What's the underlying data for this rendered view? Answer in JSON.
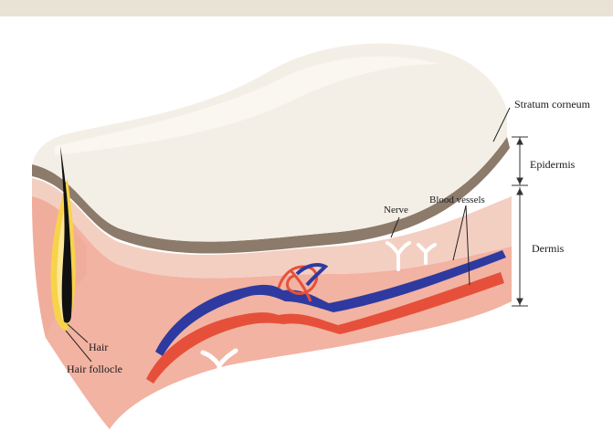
{
  "labels": {
    "stratum_corneum": "Stratum corneum",
    "epidermis": "Epidermis",
    "dermis": "Dermis",
    "nerve": "Nerve",
    "blood_vessels": "Blood vessels",
    "hair": "Hair",
    "hair_follicle": "Hair follocle"
  },
  "colors": {
    "stratum_corneum_top": "#f4efe6",
    "stratum_corneum_edge": "#8c7a6a",
    "epidermis": "#f2cfc3",
    "dermis": "#f2b3a2",
    "dermis_dark": "#eaa190",
    "vein": "#2f3aa0",
    "artery": "#e6503a",
    "nerve": "#ffffff",
    "hair": "#111111",
    "follicle": "#f7d34a"
  }
}
